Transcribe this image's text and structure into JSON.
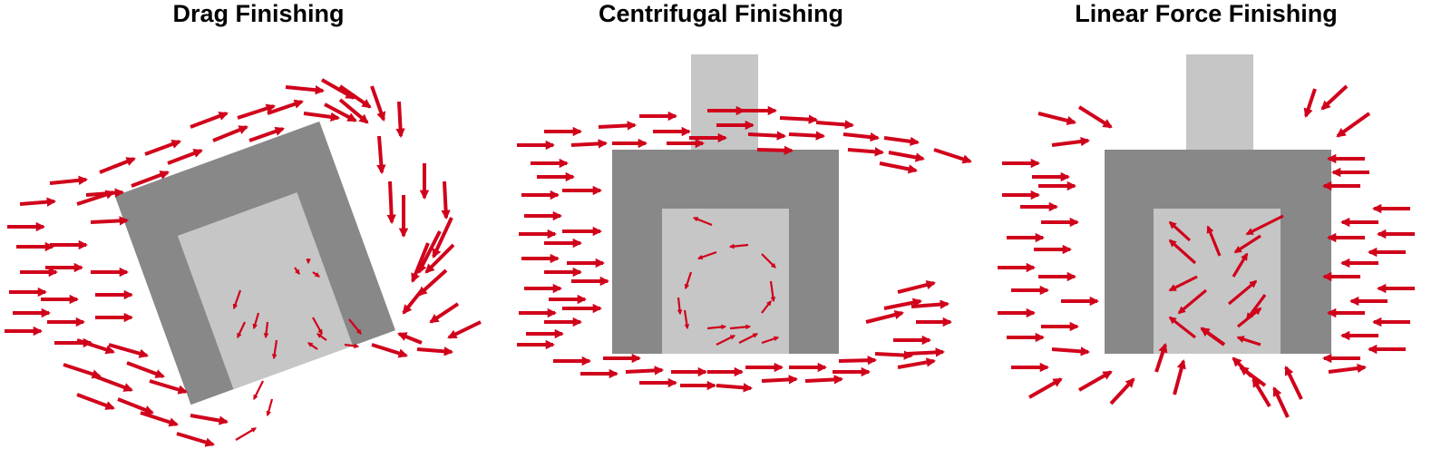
{
  "panels": [
    {
      "title": "Drag Finishing"
    },
    {
      "title": "Centrifugal Finishing"
    },
    {
      "title": "Linear Force Finishing"
    }
  ],
  "colors": {
    "arrow": "#d0021b",
    "container_dark": "#888888",
    "part_light": "#c6c6c6",
    "title": "#000000"
  }
}
